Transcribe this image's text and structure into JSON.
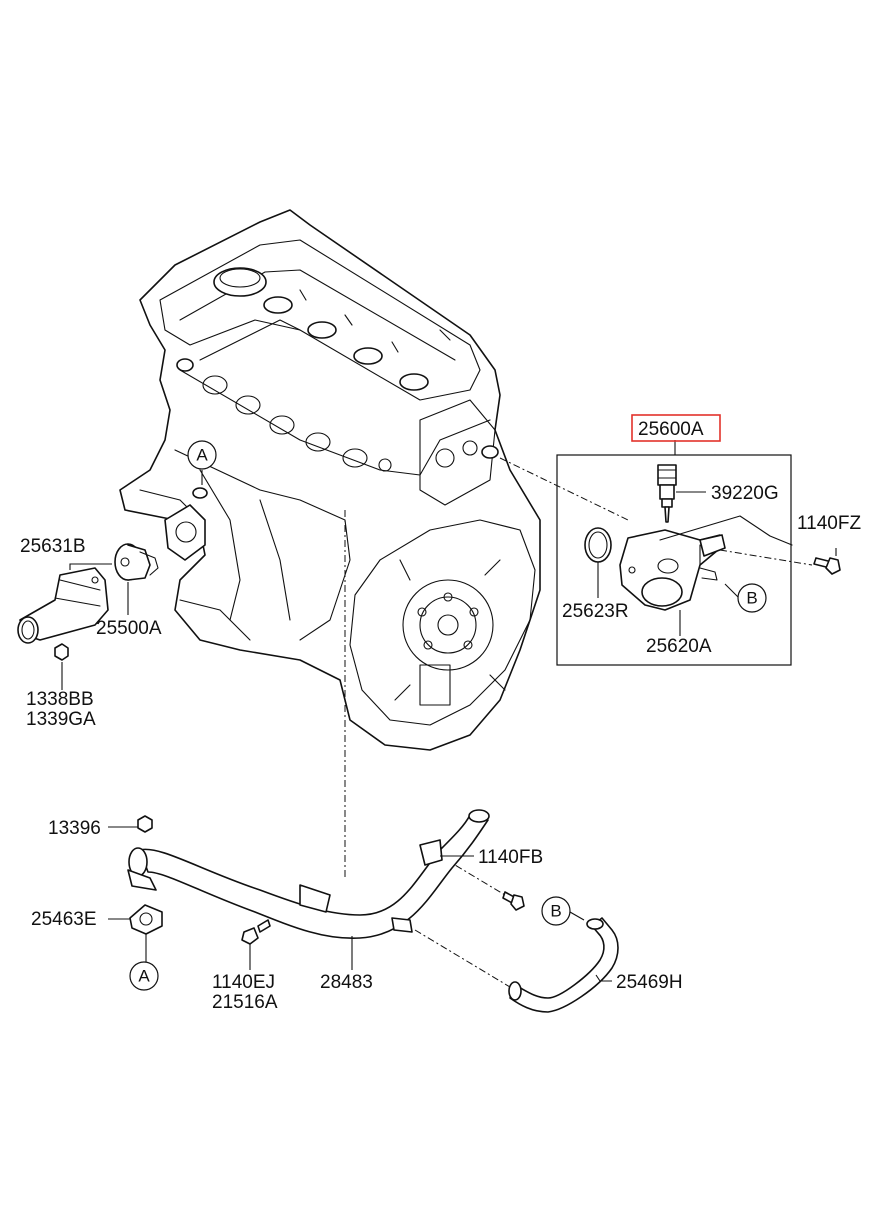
{
  "diagram": {
    "highlighted_part": "25600A",
    "highlight_color": "#e3322b",
    "parts": {
      "p25600A": "25600A",
      "p39220G": "39220G",
      "p1140FZ": "1140FZ",
      "p25623R": "25623R",
      "p25620A": "25620A",
      "p25631B": "25631B",
      "p25500A": "25500A",
      "p1338BB": "1338BB",
      "p1339GA": "1339GA",
      "p13396": "13396",
      "p1140FB": "1140FB",
      "p25463E": "25463E",
      "p1140EJ": "1140EJ",
      "p21516A": "21516A",
      "p28483": "28483",
      "p25469H": "25469H"
    },
    "refs": {
      "a": "A",
      "b": "B"
    }
  }
}
